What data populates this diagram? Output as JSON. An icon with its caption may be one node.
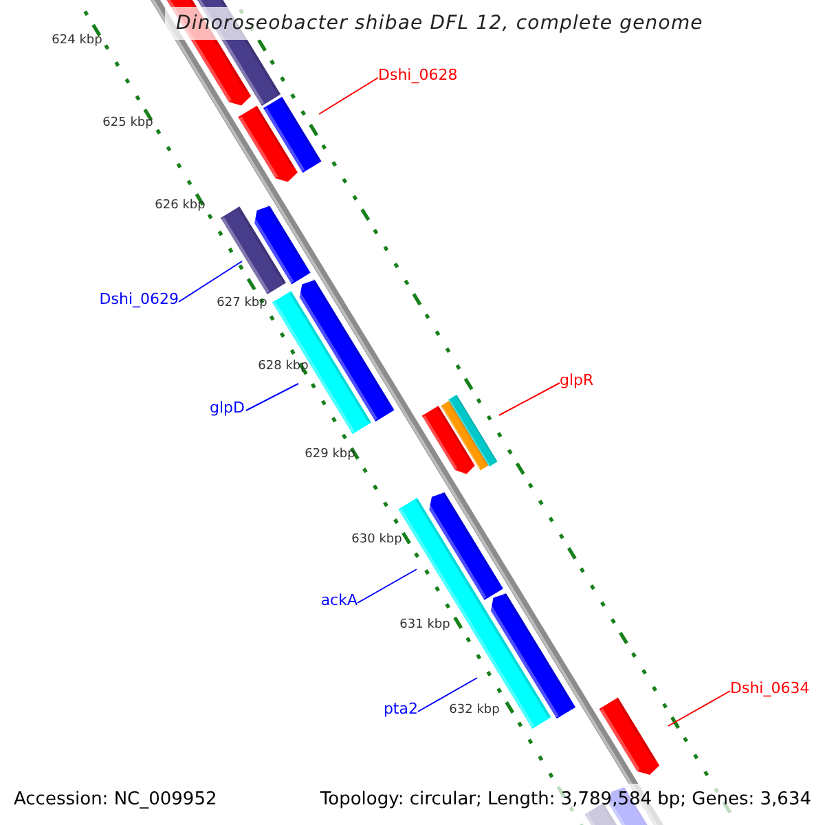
{
  "diagram": {
    "title": "Dinoroseobacter shibae DFL 12, complete genome",
    "nodes": [
      {
        "text": [
          "Dshi_0628"
        ]
      },
      {
        "text": [
          "Dshi_0629"
        ]
      },
      {
        "text": [
          "glpR"
        ]
      },
      {
        "text": [
          "glpD"
        ]
      },
      {
        "text": [
          "ackA"
        ]
      },
      {
        "text": [
          "Dshi_0634"
        ]
      },
      {
        "text": [
          "pta2"
        ]
      }
    ],
    "edges": [
      {
        "from": 0,
        "to": null,
        "arrow": "none",
        "color": "#ff0000"
      },
      {
        "from": 1,
        "to": null,
        "arrow": "none"
      },
      {
        "from": 2,
        "to": null,
        "arrow": "none",
        "color": "#ff0000"
      },
      {
        "from": 3,
        "to": null,
        "arrow": "none"
      },
      {
        "from": 4,
        "to": null,
        "arrow": "none"
      },
      {
        "from": 5,
        "to": null,
        "arrow": "none",
        "color": "#ff0000"
      },
      {
        "from": 6,
        "to": null,
        "arrow": "none"
      }
    ],
    "labels": [
      "624 kbp",
      "625 kbp",
      "626 kbp",
      "627 kbp",
      "628 kbp",
      "629 kbp",
      "630 kbp",
      "631 kbp",
      "632 kbp",
      "Accession: NC_009952",
      "Topology: circular; Length: 3,789,584 bp; Genes: 3,634"
    ]
  }
}
